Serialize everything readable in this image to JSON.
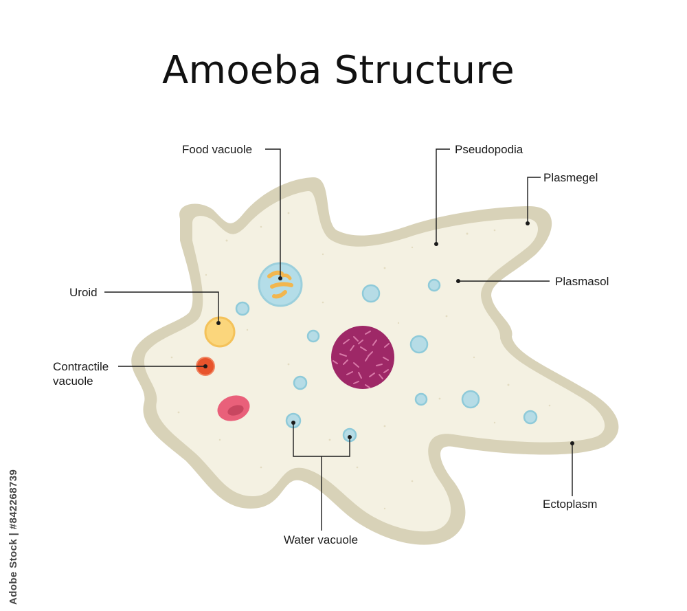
{
  "title": "Amoeba Structure",
  "labels": {
    "food_vacuole": "Food vacuole",
    "pseudopodia": "Pseudopodia",
    "plasmegel": "Plasmegel",
    "plasmasol": "Plasmasol",
    "uroid": "Uroid",
    "contractile_vacuole_line1": "Contractile",
    "contractile_vacuole_line2": "vacuole",
    "ectoplasm": "Ectoplasm",
    "water_vacuole": "Water vacuole"
  },
  "watermark_id": "Adobe Stock | #842268739",
  "colors": {
    "membrane": "#d8d2b8",
    "cytoplasm": "#f4f1e2",
    "food_vacuole": "#b4dde8",
    "food_particles": "#f2b64e",
    "uroid": "#fbd67c",
    "contractile_vacuole": "#e8542c",
    "red_vacuole": "#e9607a",
    "nucleus": "#9e2867",
    "small_vacuole": "#b6dce6",
    "leader_line": "#1a1a1a"
  }
}
